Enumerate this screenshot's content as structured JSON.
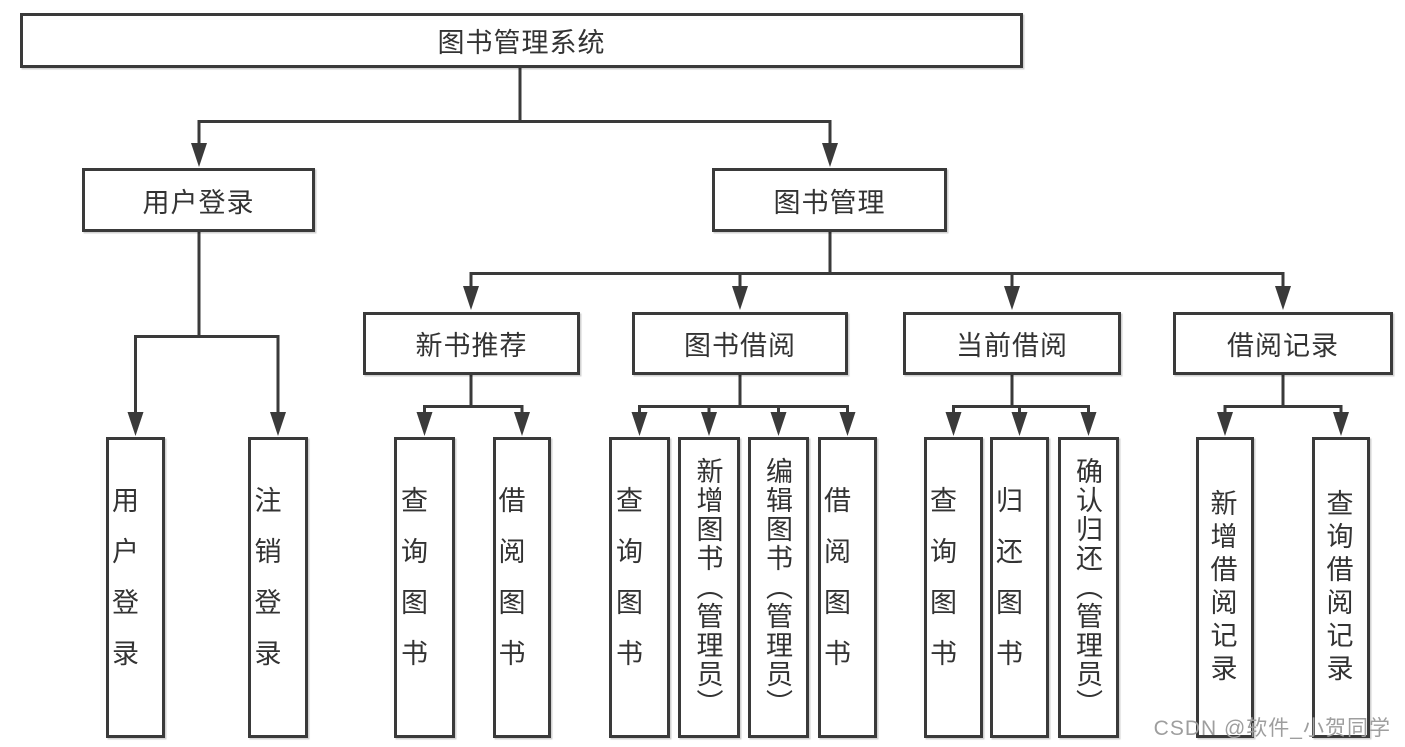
{
  "title": {
    "label": "图书管理系统"
  },
  "nodes": {
    "user_login": {
      "label": "用户登录"
    },
    "book_mgmt": {
      "label": "图书管理"
    },
    "new_rec": {
      "label": "新书推荐"
    },
    "book_borrow": {
      "label": "图书借阅"
    },
    "current_borrow": {
      "label": "当前借阅"
    },
    "borrow_record": {
      "label": "借阅记录"
    },
    "leaves": [
      {
        "label": "用户登录"
      },
      {
        "label": "注销登录"
      },
      {
        "label": "查询图书"
      },
      {
        "label": "借阅图书"
      },
      {
        "label": "查询图书"
      },
      {
        "label": "新增图书（管理员）"
      },
      {
        "label": "编辑图书（管理员）"
      },
      {
        "label": "借阅图书"
      },
      {
        "label": "查询图书"
      },
      {
        "label": "归还图书"
      },
      {
        "label": "确认归还（管理员）"
      },
      {
        "label": "新增借阅记录"
      },
      {
        "label": "查询借阅记录"
      }
    ]
  },
  "watermark": {
    "text": "CSDN @软件_小贺同学"
  },
  "colors": {
    "line": "#3a3a3a",
    "box_border": "#3a3a3a",
    "box_fill": "#ffffff",
    "text": "#333333",
    "watermark": "#9e9e9e",
    "background": "#ffffff"
  }
}
